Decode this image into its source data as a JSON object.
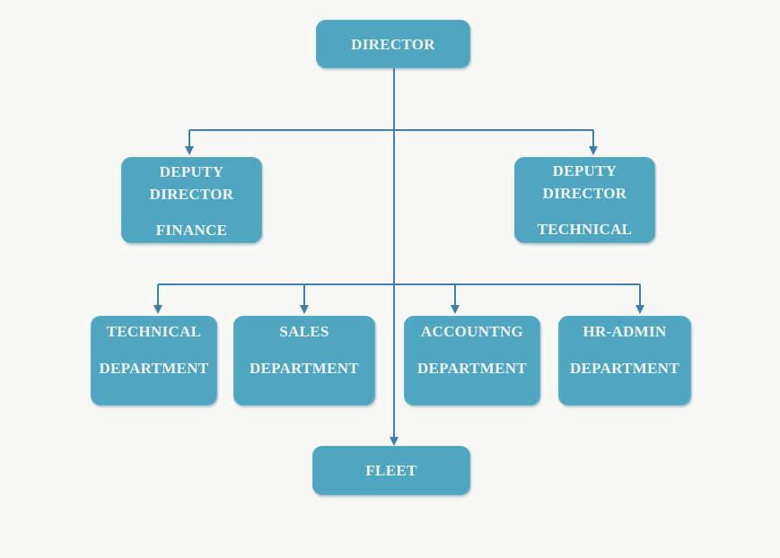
{
  "diagram": {
    "type": "org-chart",
    "colors": {
      "node_fill": "#4fa6c0",
      "node_text": "#f2f6f7",
      "connector": "#3f7fa8",
      "background": "#f7f7f4"
    },
    "nodes": {
      "director": {
        "lines": [
          "DIRECTOR"
        ]
      },
      "deputy_finance": {
        "lines": [
          "DEPUTY",
          "DIRECTOR",
          "FINANCE"
        ]
      },
      "deputy_technical": {
        "lines": [
          "DEPUTY",
          "DIRECTOR",
          "TECHNICAL"
        ]
      },
      "technical_dept": {
        "lines": [
          "TECHNICAL",
          "DEPARTMENT"
        ]
      },
      "sales_dept": {
        "lines": [
          "SALES",
          "DEPARTMENT"
        ]
      },
      "accounting_dept": {
        "lines": [
          "ACCOUNTNG",
          "DEPARTMENT"
        ]
      },
      "hradmin_dept": {
        "lines": [
          "HR-ADMIN",
          "DEPARTMENT"
        ]
      },
      "fleet": {
        "lines": [
          "FLEET"
        ]
      }
    },
    "edges": [
      {
        "from": "director",
        "to": "deputy_finance"
      },
      {
        "from": "director",
        "to": "deputy_technical"
      },
      {
        "from": "director",
        "to": "technical_dept"
      },
      {
        "from": "director",
        "to": "sales_dept"
      },
      {
        "from": "director",
        "to": "accounting_dept"
      },
      {
        "from": "director",
        "to": "hradmin_dept"
      },
      {
        "from": "director",
        "to": "fleet"
      }
    ]
  }
}
